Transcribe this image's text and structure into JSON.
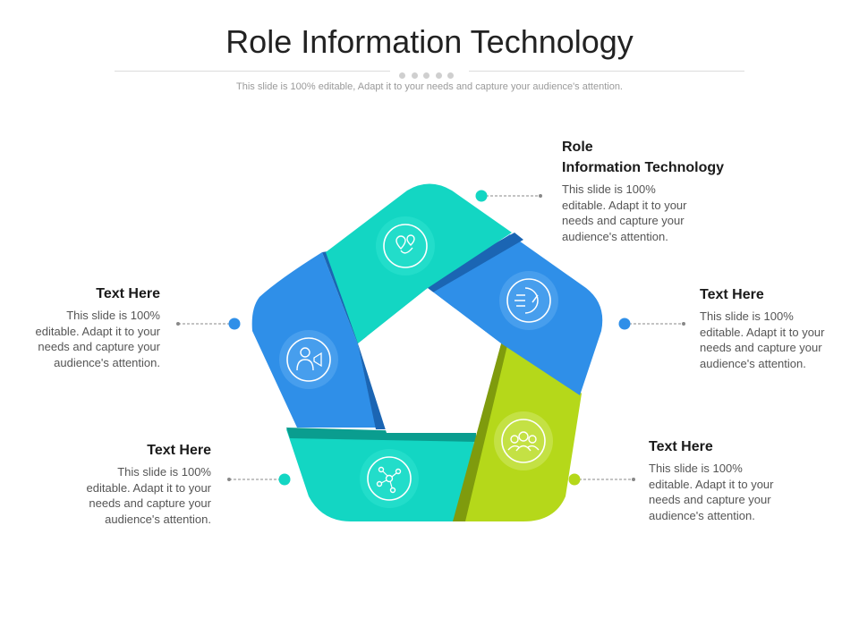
{
  "slide": {
    "title": "Role Information Technology",
    "subtitle": "This slide is 100% editable, Adapt it to your needs and capture your audience's attention."
  },
  "items": [
    {
      "heading_line1": "Role",
      "heading_line2": "Information Technology",
      "body": [
        "This slide is 100%",
        "editable. Adapt it to your",
        "needs and capture your",
        "audience's attention."
      ],
      "icon": "location-route-icon",
      "color": "#13d6c3"
    },
    {
      "heading": "Text Here",
      "body": [
        "This slide is 100%",
        "editable. Adapt it to your",
        "needs and capture your",
        "audience's attention."
      ],
      "icon": "speedometer-icon",
      "color": "#2f8fe8"
    },
    {
      "heading": "Text Here",
      "body": [
        "This slide is 100%",
        "editable. Adapt it to your",
        "needs and capture your",
        "audience's attention."
      ],
      "icon": "team-group-icon",
      "color": "#b5d81a"
    },
    {
      "heading": "Text Here",
      "body": [
        "This slide is 100%",
        "editable. Adapt it to your",
        "needs and capture your",
        "audience's attention."
      ],
      "icon": "network-nodes-icon",
      "color": "#13d6c3"
    },
    {
      "heading": "Text Here",
      "body": [
        "This slide is 100%",
        "editable. Adapt it to your",
        "needs and capture your",
        "audience's attention."
      ],
      "icon": "person-megaphone-icon",
      "color": "#2f8fe8"
    }
  ]
}
